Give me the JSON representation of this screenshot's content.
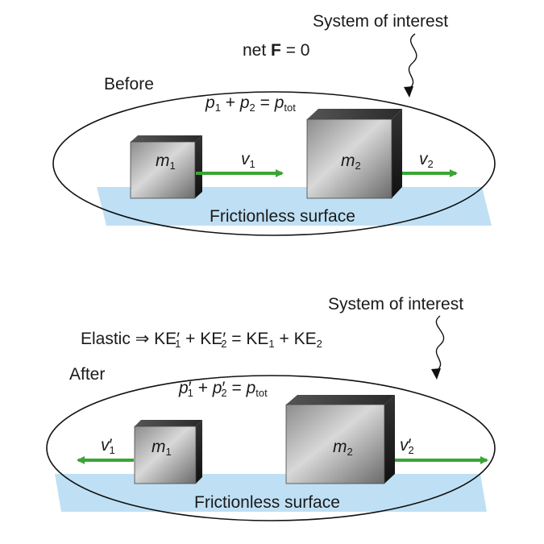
{
  "top": {
    "system_label": "System of interest",
    "net_force": {
      "prefix": "net ",
      "symbol": "F",
      "suffix": " = 0"
    },
    "phase_label": "Before",
    "equation": {
      "p": "p",
      "sub1": "1",
      "plus": " + ",
      "sub2": "2",
      "eq": " = ",
      "tot": "tot"
    },
    "block1": {
      "m": "m",
      "sub": "1"
    },
    "block2": {
      "m": "m",
      "sub": "2"
    },
    "v1": {
      "v": "v",
      "sub": "1"
    },
    "v2": {
      "v": "v",
      "sub": "2"
    },
    "surface_label": "Frictionless surface"
  },
  "bottom": {
    "system_label": "System of interest",
    "elastic_line": {
      "word": "Elastic ",
      "implies": "⇒",
      "ke": " KE",
      "prime": "′",
      "sub1": "1",
      "plus": " + ",
      "sub2": "2",
      "eq": " = "
    },
    "phase_label": "After",
    "equation": {
      "p": "p",
      "prime": "′",
      "sub1": "1",
      "plus": " + ",
      "sub2": "2",
      "eq": " = ",
      "tot": "tot"
    },
    "block1": {
      "m": "m",
      "sub": "1"
    },
    "block2": {
      "m": "m",
      "sub": "2"
    },
    "v1": {
      "v": "v",
      "prime": "′",
      "sub": "1"
    },
    "v2": {
      "v": "v",
      "prime": "′",
      "sub": "2"
    },
    "surface_label": "Frictionless surface"
  },
  "colors": {
    "arrow": "#3aa534",
    "surface": "#bfe0f4",
    "ellipse_stroke": "#111111"
  }
}
